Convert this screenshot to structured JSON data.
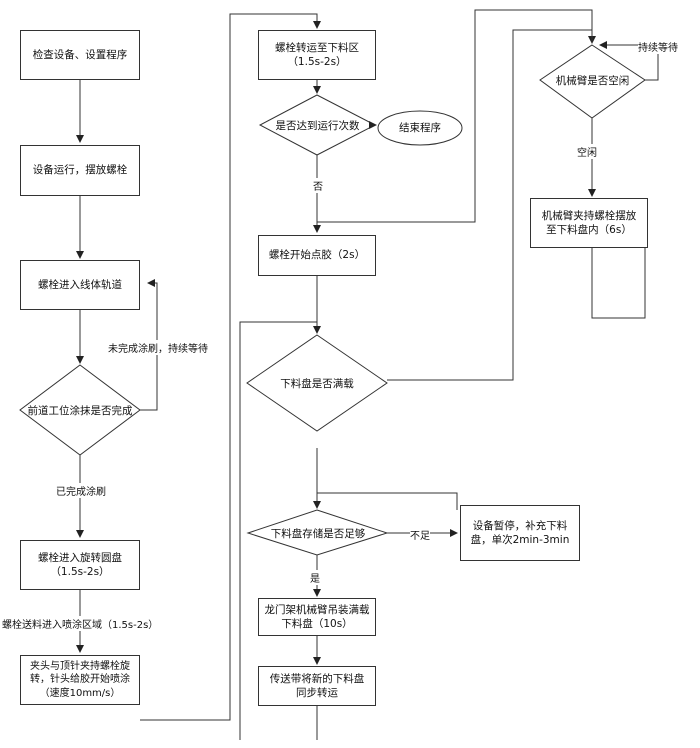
{
  "nodes": {
    "n1": "检查设备、设置程序",
    "n2": "设备运行，摆放螺栓",
    "n3": "螺栓进入线体轨道",
    "d1": "前道工位涂抹是否完成",
    "n4": "螺栓进入旋转圆盘（1.5s-2s）",
    "n5": "夹头与顶针夹持螺栓旋转，针头给胶开始喷涂（速度10mm/s）",
    "n6": "螺栓转运至下料区（1.5s-2s）",
    "d2": "是否达到运行次数",
    "end": "结束程序",
    "n7": "螺栓开始点胶（2s）",
    "d3": "下料盘是否满载",
    "d4": "下料盘存储是否足够",
    "n8": "设备暂停，补充下料盘，单次2min-3min",
    "n9": "龙门架机械臂吊装满载下料盘（10s）",
    "n10": "传送带将新的下料盘同步转运",
    "d5": "机械臂是否空闲",
    "n11": "机械臂夹持螺栓摆放至下料盘内（6s）"
  },
  "edges": {
    "not_done": "未完成涂刷，持续等待",
    "done": "已完成涂刷",
    "to_coating": "螺栓送料进入喷涂区域（1.5s-2s）",
    "no": "否",
    "insufficient": "不足",
    "yes": "是",
    "idle": "空闲",
    "keep_waiting": "持续等待"
  }
}
